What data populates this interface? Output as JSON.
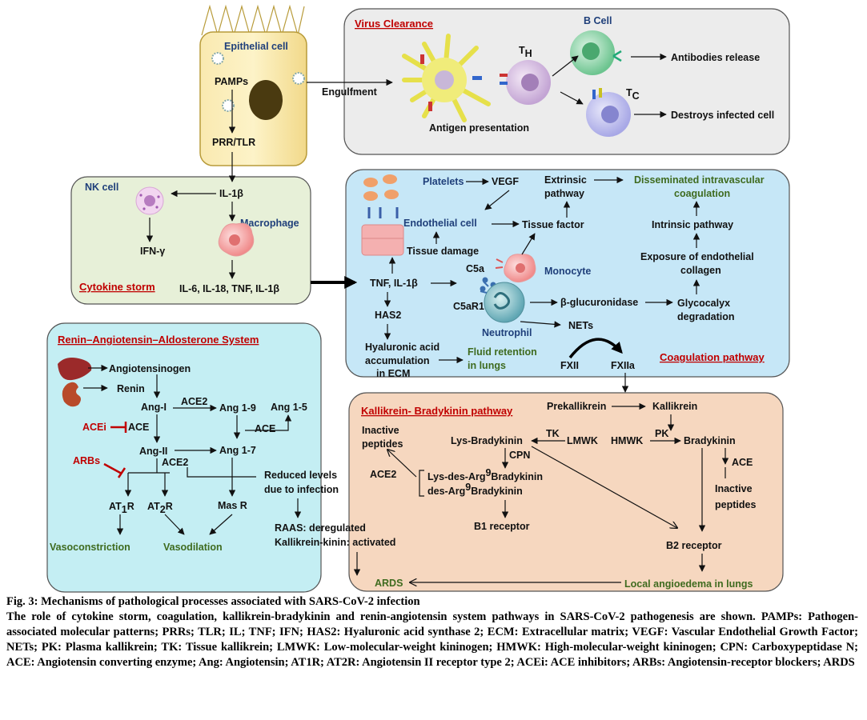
{
  "epithelial": {
    "title": "Epithelial cell",
    "pamps": "PAMPs",
    "prr": "PRR/TLR",
    "engulfment": "Engulfment"
  },
  "virus_clearance": {
    "title": "Virus Clearance",
    "b_cell": "B Cell",
    "th": "T",
    "th_sub": "H",
    "tc": "T",
    "tc_sub": "C",
    "antibodies": "Antibodies release",
    "destroys": "Destroys infected cell",
    "antigen": "Antigen presentation"
  },
  "cytokine": {
    "title": "Cytokine storm",
    "nk": "NK cell",
    "il1b": "IL-1β",
    "macrophage": "Macrophage",
    "ifn": "IFN-γ",
    "outputs": "IL-6, IL-18, TNF, IL-1β"
  },
  "coagulation": {
    "title": "Coagulation pathway",
    "platelets": "Platelets",
    "vegf": "VEGF",
    "extrinsic1": "Extrinsic",
    "extrinsic2": "pathway",
    "dic1": "Disseminated intravascular",
    "dic2": "coagulation",
    "endothelial": "Endothelial cell",
    "tissue_factor": "Tissue factor",
    "intrinsic": "Intrinsic pathway",
    "tissue_damage": "Tissue damage",
    "exposure1": "Exposure of endothelial",
    "exposure2": "collagen",
    "c5a": "C5a",
    "monocyte": "Monocyte",
    "tnf": "TNF, IL-1β",
    "c5ar1": "C5aR1",
    "glucuronidase": "β-glucuronidase",
    "glycocalyx1": "Glycocalyx",
    "glycocalyx2": "degradation",
    "has2": "HAS2",
    "neutrophil": "Neutrophil",
    "nets": "NETs",
    "hyaluronic1": "Hyaluronic acid",
    "hyaluronic2": "accumulation",
    "hyaluronic3": "in ECM",
    "fluid1": "Fluid retention",
    "fluid2": "in lungs",
    "fxii": "FXII",
    "fxiia": "FXIIa"
  },
  "raas": {
    "title": "Renin–Angiotensin–Aldosterone System",
    "angiotensinogen": "Angiotensinogen",
    "renin": "Renin",
    "ang1": "Ang-I",
    "ace2_top": "ACE2",
    "ang19": "Ang 1-9",
    "ang15": "Ang 1-5",
    "acei": "ACEi",
    "ace_left": "ACE",
    "ace_mid": "ACE",
    "ang2": "Ang-II",
    "ang17": "Ang 1-7",
    "arbs": "ARBs",
    "ace2_bottom": "ACE2",
    "reduced1": "Reduced levels",
    "reduced2": "due to infection",
    "at1r": "AT",
    "at1r_sub": "1",
    "at1r_end": "R",
    "at2r": "AT",
    "at2r_sub": "2",
    "at2r_end": "R",
    "masr": "Mas R",
    "raas_dereg": "RAAS: deregulated",
    "kk_activated": "Kallikrein-kinin: activated",
    "vasoconstriction": "Vasoconstriction",
    "vasodilation": "Vasodilation"
  },
  "kallikrein": {
    "title": "Kallikrein- Bradykinin pathway",
    "prekallikrein": "Prekallikrein",
    "kallikrein": "Kallikrein",
    "inactive1": "Inactive",
    "inactive2": "peptides",
    "tk": "TK",
    "pk": "PK",
    "lys_bk": "Lys-Bradykinin",
    "lmwk": "LMWK",
    "hmwk": "HMWK",
    "bradykinin": "Bradykinin",
    "cpn": "CPN",
    "ace2": "ACE2",
    "lys_des_a": "Lys-des-Arg",
    "sup9": "9",
    "lys_des_b": "Bradykinin",
    "des_a": "des-Arg",
    "des_b": "Bradykinin",
    "ace": "ACE",
    "inactive3": "Inactive",
    "inactive4": "peptides",
    "b1": "B1 receptor",
    "b2": "B2 receptor",
    "ards": "ARDS",
    "angioedema": "Local angioedema in lungs"
  },
  "caption": {
    "title": "Fig. 3: Mechanisms of pathological processes associated with SARS-CoV-2 infection",
    "body": "The role of cytokine storm, coagulation, kallikrein-bradykinin and renin-angiotensin system pathways in SARS-CoV-2 pathogenesis are shown. PAMPs: Pathogen-associated molecular patterns; PRRs; TLR; IL; TNF; IFN; HAS2: Hyaluronic acid synthase 2; ECM: Extracellular matrix; VEGF: Vascular Endothelial Growth Factor; NETs; PK: Plasma kallikrein; TK: Tissue kallikrein; LMWK: Low-molecular-weight kininogen; HMWK: High-molecular-weight kininogen; CPN: Carboxypeptidase N; ACE: Angiotensin converting enzyme; Ang: Angiotensin; AT1R; AT2R: Angiotensin II receptor type 2; ACEi: ACE inhibitors; ARBs: Angiotensin-receptor blockers; ARDS"
  },
  "colors": {
    "virus_box": "#ececec",
    "cytokine_box": "#e7f0d8",
    "coag_box": "#c6e7f7",
    "raas_box": "#c4eef3",
    "kk_box": "#f6d7bf",
    "title_red": "#c00000",
    "green_text": "#3f6b1f",
    "blue_text": "#1f3f7a"
  }
}
